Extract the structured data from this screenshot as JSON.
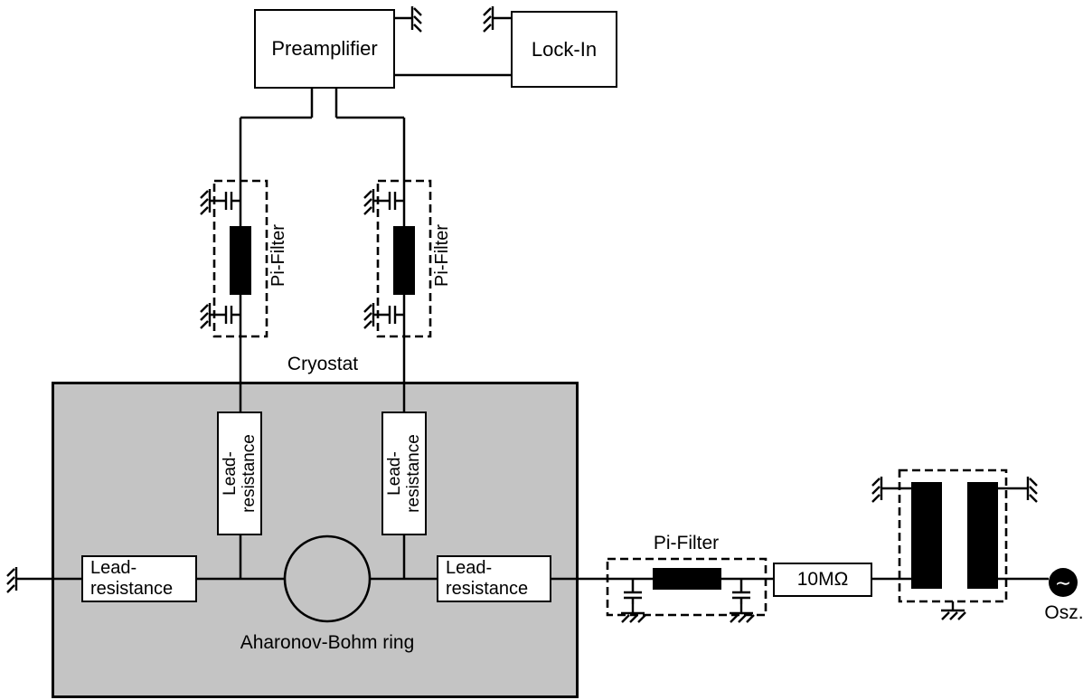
{
  "diagram": {
    "preamplifier": {
      "label": "Preamplifier"
    },
    "lock_in": {
      "label": "Lock-In"
    },
    "pi_filters": {
      "left_label": "Pi-Filter",
      "right_label": "Pi-Filter",
      "output_label": "Pi-Filter"
    },
    "cryostat": {
      "label": "Cryostat"
    },
    "lead_resistances": {
      "probe_left": {
        "line1": "Lead-",
        "line2": "resistance"
      },
      "probe_right": {
        "line1": "Lead-",
        "line2": "resistance"
      },
      "current_left": {
        "line1": "Lead-",
        "line2": "resistance"
      },
      "current_right": {
        "line1": "Lead-",
        "line2": "resistance"
      }
    },
    "sample": {
      "label": "Aharonov-Bohm ring"
    },
    "series_resistor": {
      "label": "10MΩ"
    },
    "oscillator": {
      "label": "Osz.",
      "symbol": "∼"
    }
  },
  "colors": {
    "wire": "#000000",
    "cryostat_fill": "#c4c4c4",
    "component_fill": "#ffffff",
    "filter_bar": "#000000"
  }
}
